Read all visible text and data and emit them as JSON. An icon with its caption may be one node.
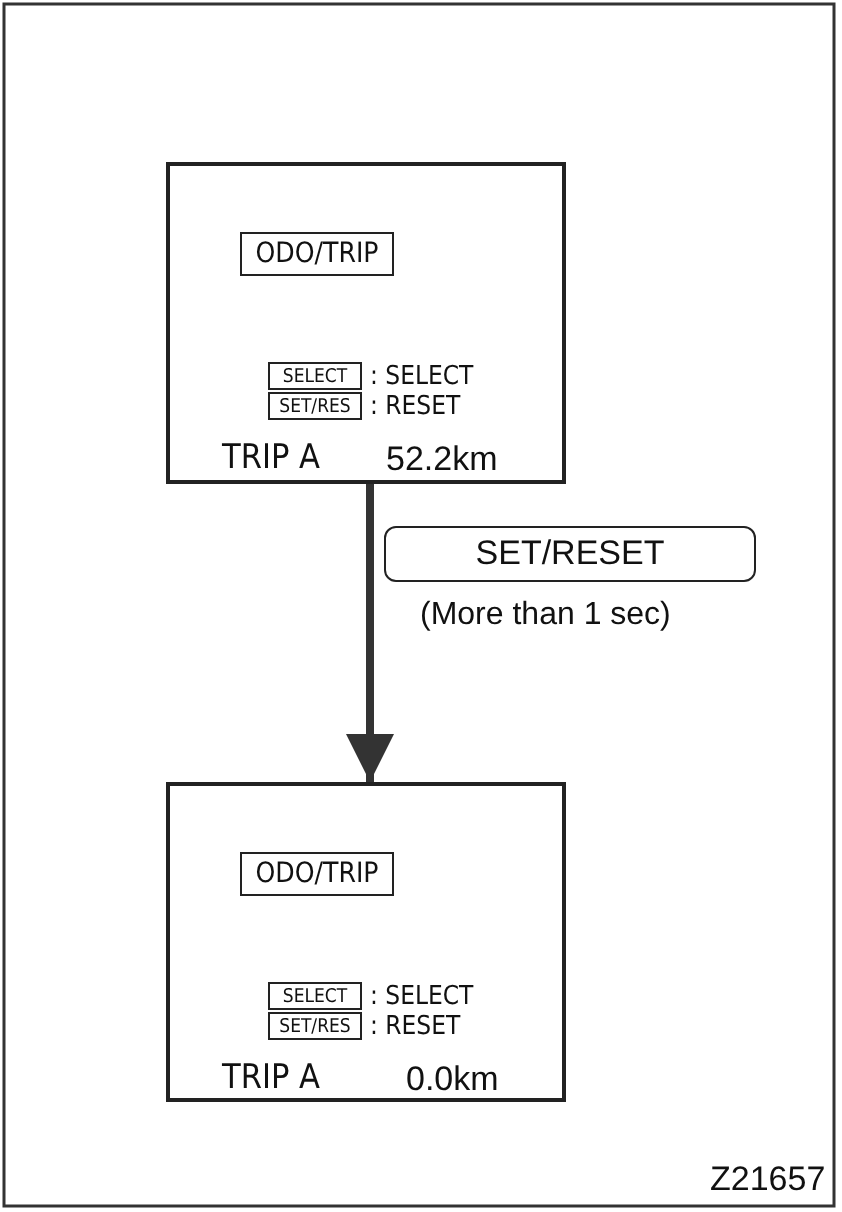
{
  "diagram": {
    "nodes": [
      {
        "text": [
          ": SELECT",
          ": RESET",
          "TRIP A",
          "52.2km"
        ]
      },
      {
        "text": [
          "ODO/TRIP"
        ],
        "in": 0
      },
      {
        "text": [
          "SELECT"
        ],
        "in": 0
      },
      {
        "text": [
          "SET/RES"
        ],
        "in": 0
      },
      {
        "text": [
          ": SELECT",
          ": RESET",
          "TRIP A",
          "0.0km"
        ]
      },
      {
        "text": [
          "ODO/TRIP"
        ],
        "in": 4
      },
      {
        "text": [
          "SELECT"
        ],
        "in": 4
      },
      {
        "text": [
          "SET/RES"
        ],
        "in": 4
      },
      {
        "text": [
          "SET/RESET"
        ],
        "beside": [
          "(More than 1 sec)"
        ]
      }
    ],
    "edges": [
      {
        "from": 0,
        "to": 4,
        "arrow": "to"
      }
    ],
    "labels": [
      "Z21657"
    ]
  }
}
